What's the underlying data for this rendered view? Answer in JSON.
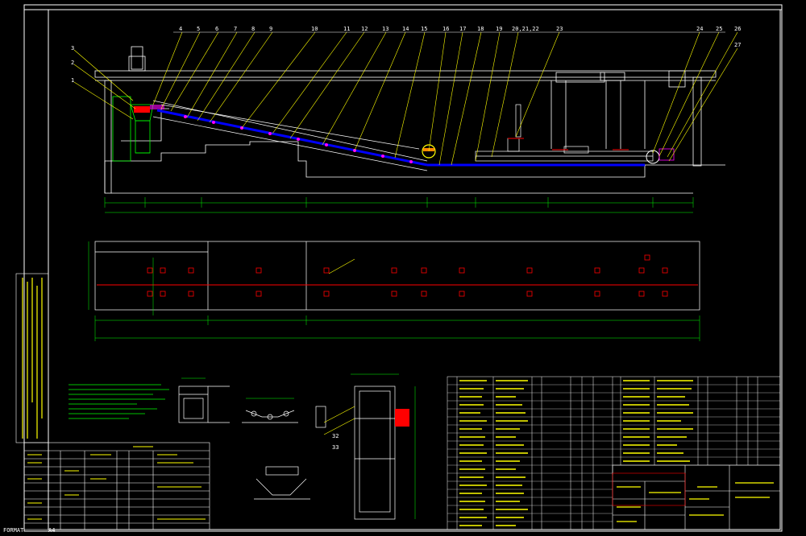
{
  "drawing": {
    "format_label": "FORMAT",
    "page_num": "A4",
    "callouts_top": [
      "1",
      "2",
      "3",
      "4",
      "5",
      "6",
      "7",
      "8",
      "9",
      "10",
      "11",
      "12",
      "13",
      "14",
      "15",
      "16",
      "17",
      "18",
      "19",
      "20,21,22",
      "23",
      "24",
      "25",
      "26",
      "27"
    ],
    "callouts_mid": [
      "32",
      "33"
    ]
  },
  "colors": {
    "background": "#000000",
    "frame": "#ffffff",
    "dimension": "#00ff00",
    "leader": "#ffff00",
    "belt": "#0000ff",
    "centerline": "#ff0000",
    "structure": "#ffffff",
    "accent_cyan": "#00ffff",
    "accent_magenta": "#ff00ff"
  }
}
